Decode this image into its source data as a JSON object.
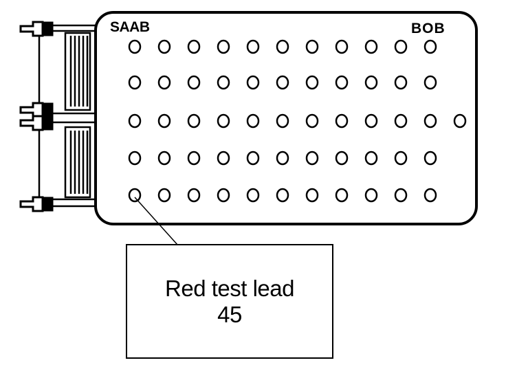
{
  "box": {
    "brand_left": "SAAB",
    "brand_right": "BOB",
    "pin_rows": [
      {
        "row": 1,
        "pins": 11
      },
      {
        "row": 2,
        "pins": 11
      },
      {
        "row": 3,
        "pins": 12
      },
      {
        "row": 4,
        "pins": 11
      },
      {
        "row": 5,
        "pins": 11
      }
    ]
  },
  "callout": {
    "line1": "Red test lead",
    "line2": "45",
    "target_pin": "row 5, pin 1"
  }
}
